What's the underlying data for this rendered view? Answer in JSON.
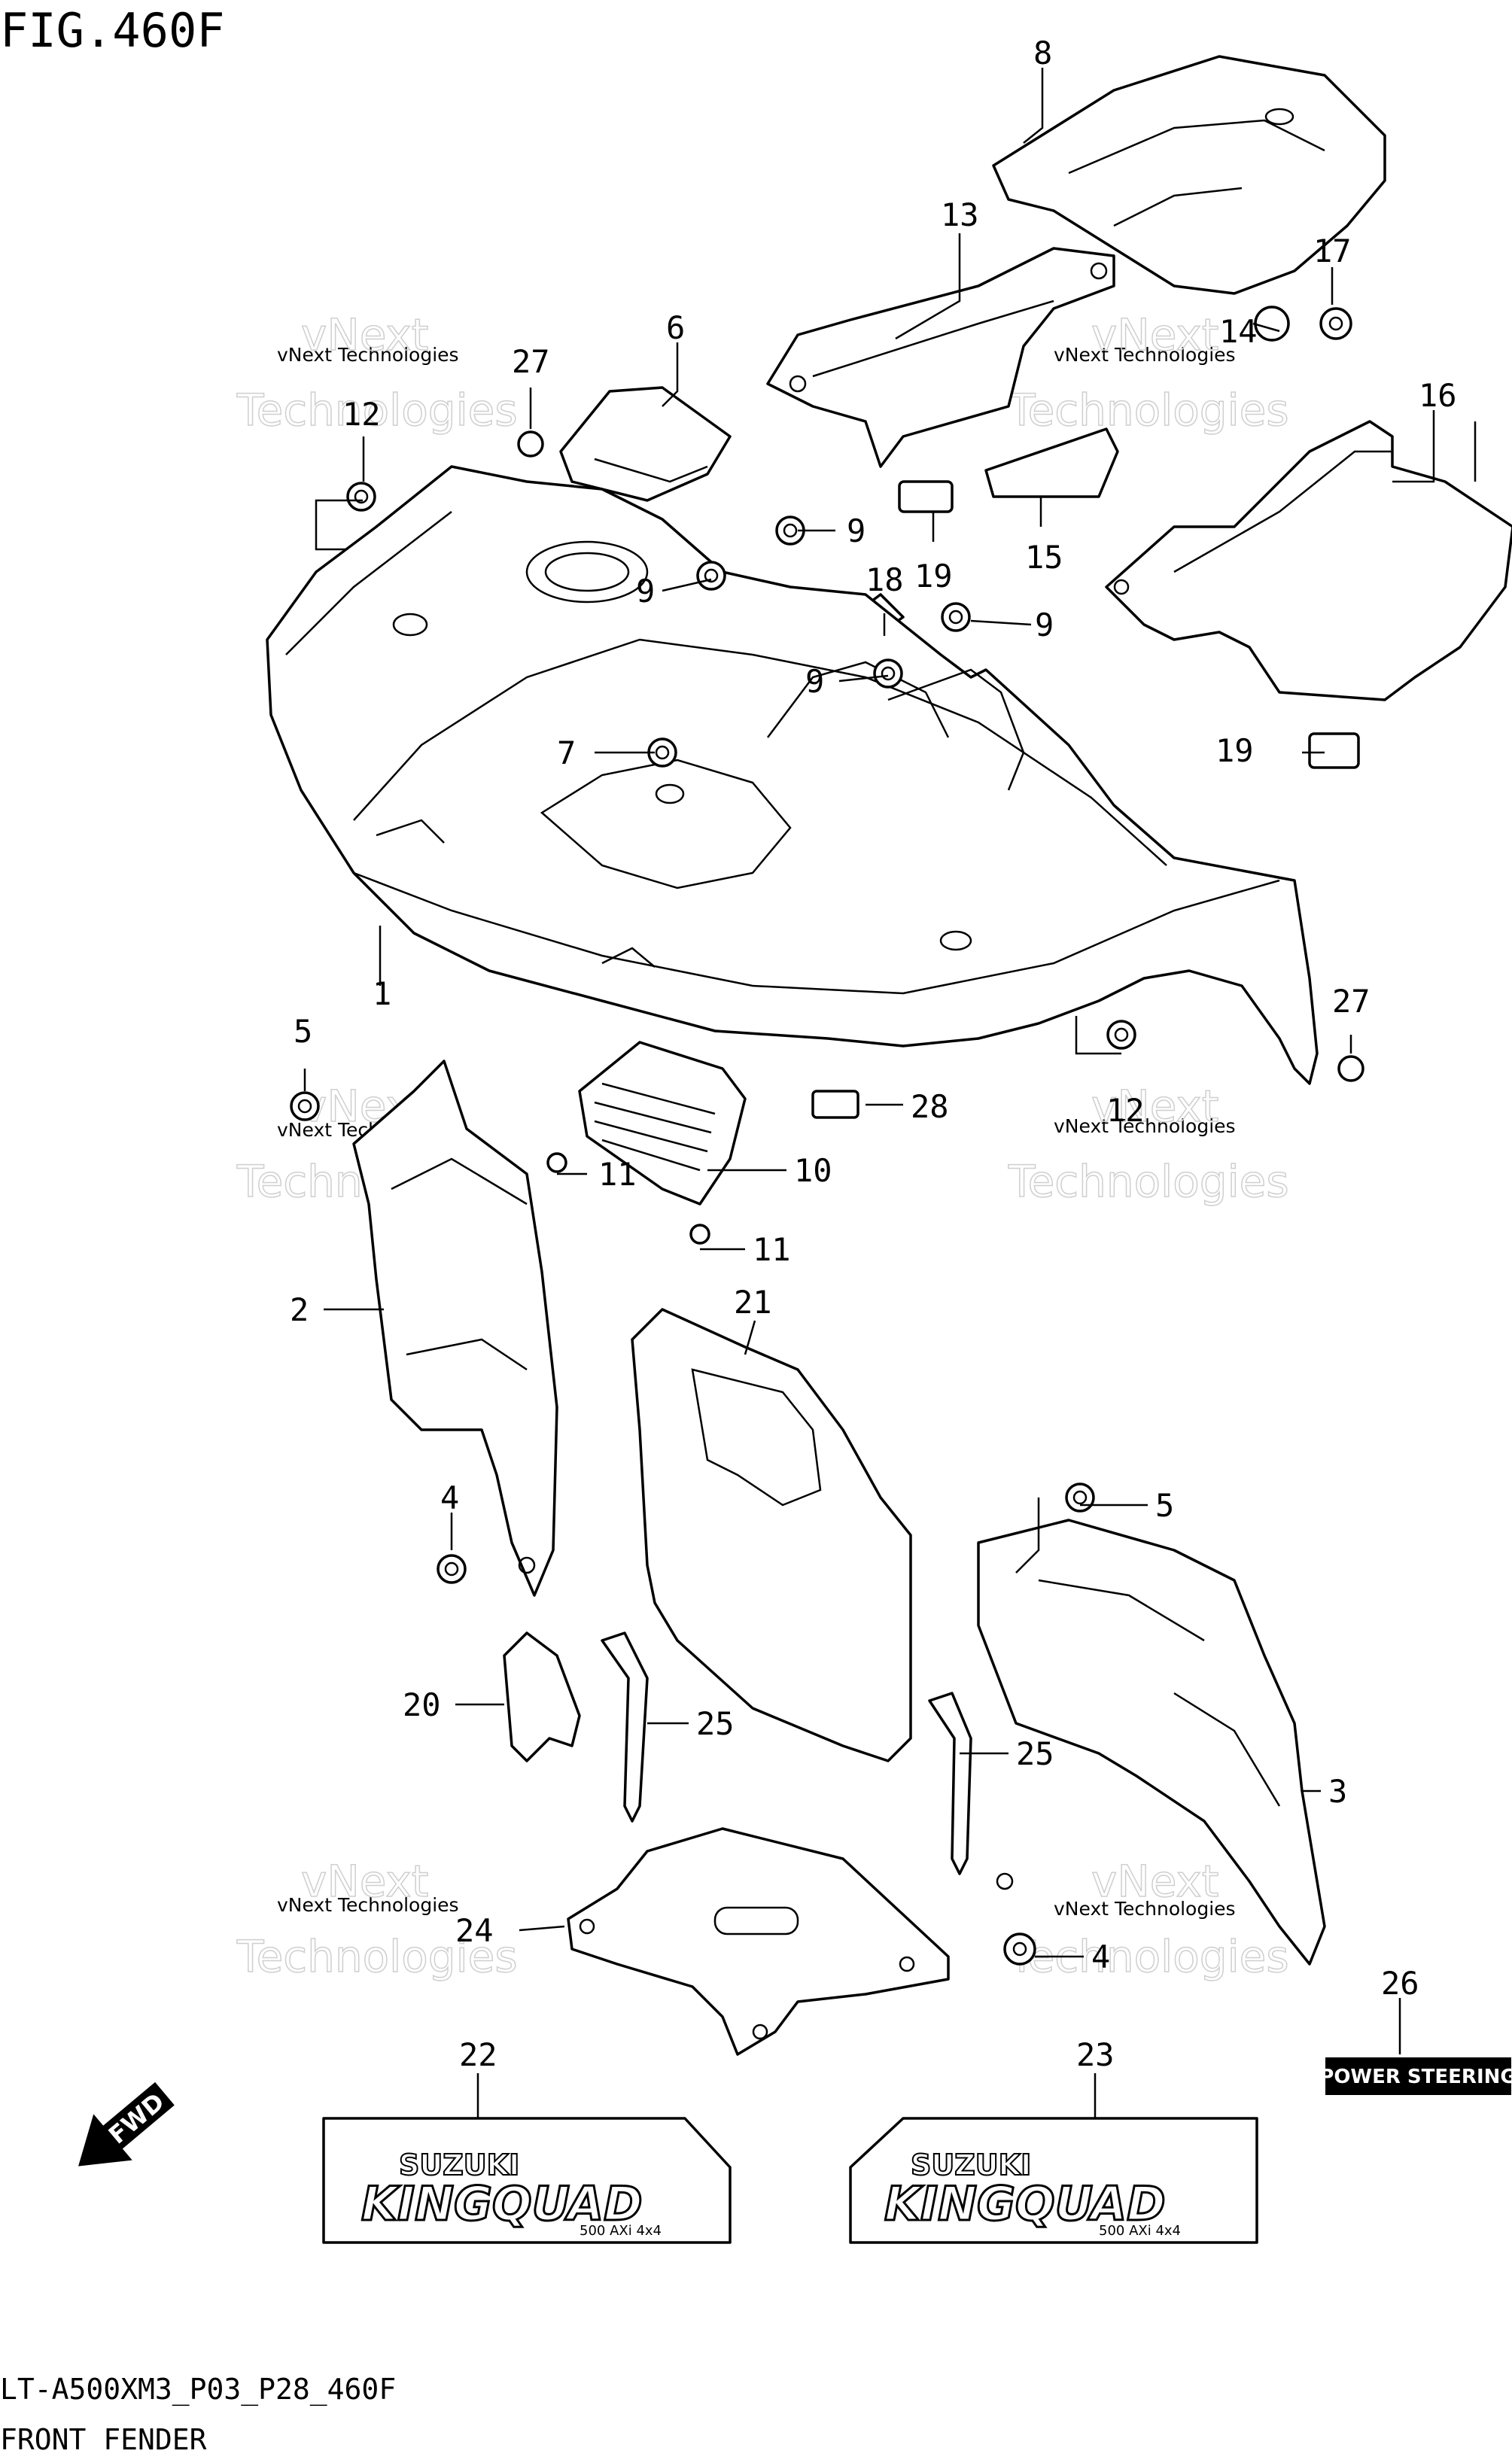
{
  "figure": {
    "title": "FIG.460F",
    "drawing_code": "LT-A500XM3_P03_P28_460F",
    "caption": "FRONT FENDER"
  },
  "watermark": {
    "company_small": "vNext Technologies",
    "line1": "vNext",
    "line2": "Technologies"
  },
  "callouts": {
    "c1": "1",
    "c2": "2",
    "c3": "3",
    "c4a": "4",
    "c4b": "4",
    "c5a": "5",
    "c5b": "5",
    "c6": "6",
    "c7": "7",
    "c8": "8",
    "c9a": "9",
    "c9b": "9",
    "c9c": "9",
    "c9d": "9",
    "c10": "10",
    "c11a": "11",
    "c11b": "11",
    "c12a": "12",
    "c12b": "12",
    "c13": "13",
    "c14": "14",
    "c15": "15",
    "c16": "16",
    "c17": "17",
    "c18": "18",
    "c19a": "19",
    "c19b": "19",
    "c20": "20",
    "c21": "21",
    "c22": "22",
    "c23": "23",
    "c24": "24",
    "c25a": "25",
    "c25b": "25",
    "c26": "26",
    "c27a": "27",
    "c27b": "27",
    "c28": "28"
  },
  "decals": {
    "brand": "SUZUKI",
    "model": "KINGQUAD",
    "variant": "500 AXi 4x4",
    "power_steering": "POWER STEERING"
  },
  "direction_arrow": {
    "label": "FWD"
  },
  "colors": {
    "ink": "#000000",
    "background": "#ffffff",
    "watermark": "#cfcfcf"
  }
}
